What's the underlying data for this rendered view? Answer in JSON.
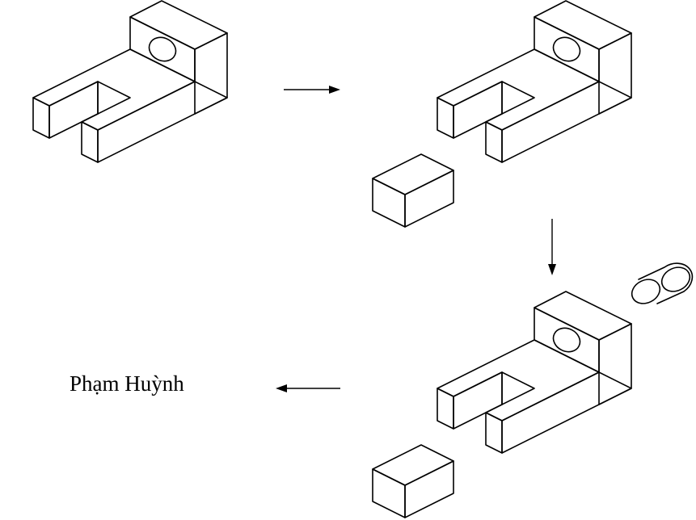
{
  "caption": {
    "text": "Phạm Huỳnh"
  },
  "colors": {
    "stroke": "#000000",
    "background": "#ffffff"
  },
  "steps": [
    {
      "name": "bracket-assembled"
    },
    {
      "name": "bracket-with-block-removed"
    },
    {
      "name": "bracket-with-block-and-pin-removed"
    }
  ]
}
